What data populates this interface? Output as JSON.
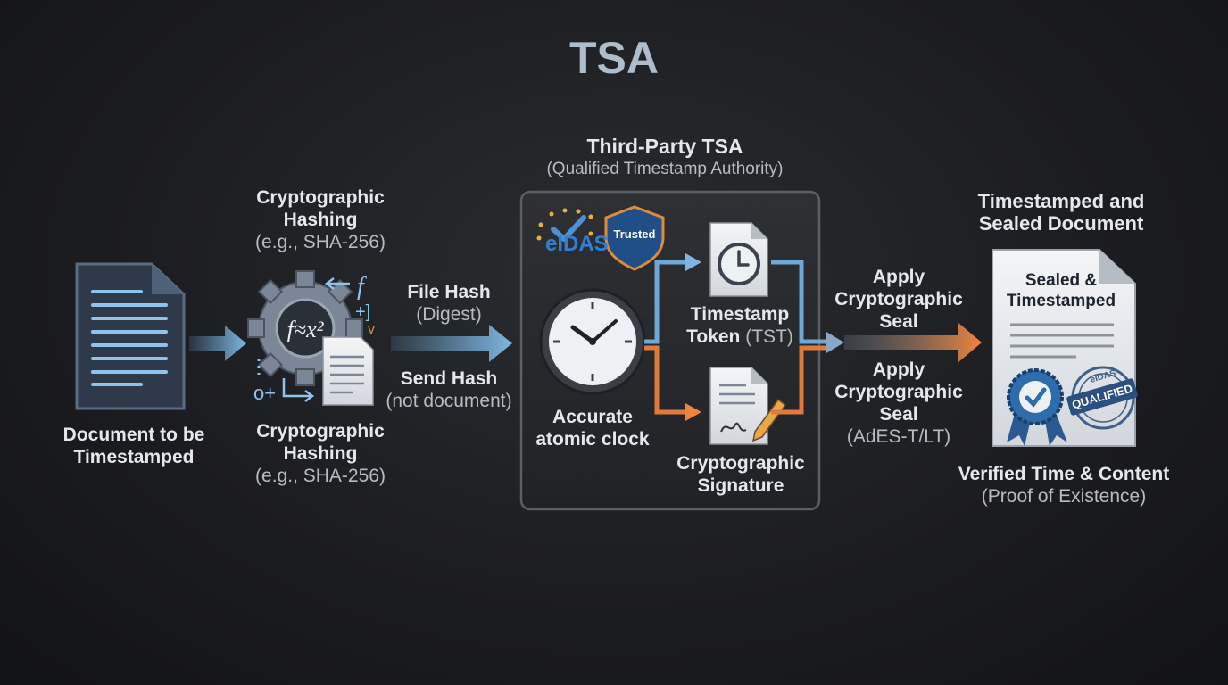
{
  "title": "TSA",
  "document": {
    "line1": "Document to be",
    "line2": "Timestamped"
  },
  "hash_top": {
    "line1": "Cryptographic",
    "line2": "Hashing",
    "line3": "(e.g., SHA-256)"
  },
  "hash_bottom": {
    "line1": "Cryptographic",
    "line2": "Hashing",
    "line3": "(e.g., SHA-256)"
  },
  "file_hash": {
    "line1": "File Hash",
    "line2": "(Digest)"
  },
  "send_hash": {
    "line1": "Send Hash",
    "line2": "(not document)"
  },
  "tsa": {
    "title": "Third-Party TSA",
    "subtitle": "(Qualified Timestamp Authority)"
  },
  "eidas": "eIDAS",
  "trusted": "Trusted",
  "clock": {
    "line1": "Accurate",
    "line2": "atomic clock"
  },
  "token": {
    "line1": "Timestamp",
    "line2_bold": "Token",
    "line2_light": "(TST)"
  },
  "signature": {
    "line1": "Cryptographic",
    "line2": "Signature"
  },
  "seal_top": {
    "line1": "Apply",
    "line2": "Cryptographic",
    "line3": "Seal"
  },
  "seal_bottom": {
    "line1": "Apply",
    "line2": "Cryptographic",
    "line3": "Seal",
    "line4": "(AdES-T/LT)"
  },
  "result": {
    "line1": "Timestamped and",
    "line2": "Sealed Document"
  },
  "sealed_doc": {
    "line1": "Sealed &",
    "line2": "Timestamped"
  },
  "stamp": {
    "small": "eIDAS",
    "big": "QUALIFIED"
  },
  "verified": {
    "line1": "Verified Time & Content",
    "line2": "(Proof of Existence)"
  },
  "colors": {
    "blue": "#6fa8d6",
    "orange": "#e07a3c",
    "panel": "#25272b"
  }
}
